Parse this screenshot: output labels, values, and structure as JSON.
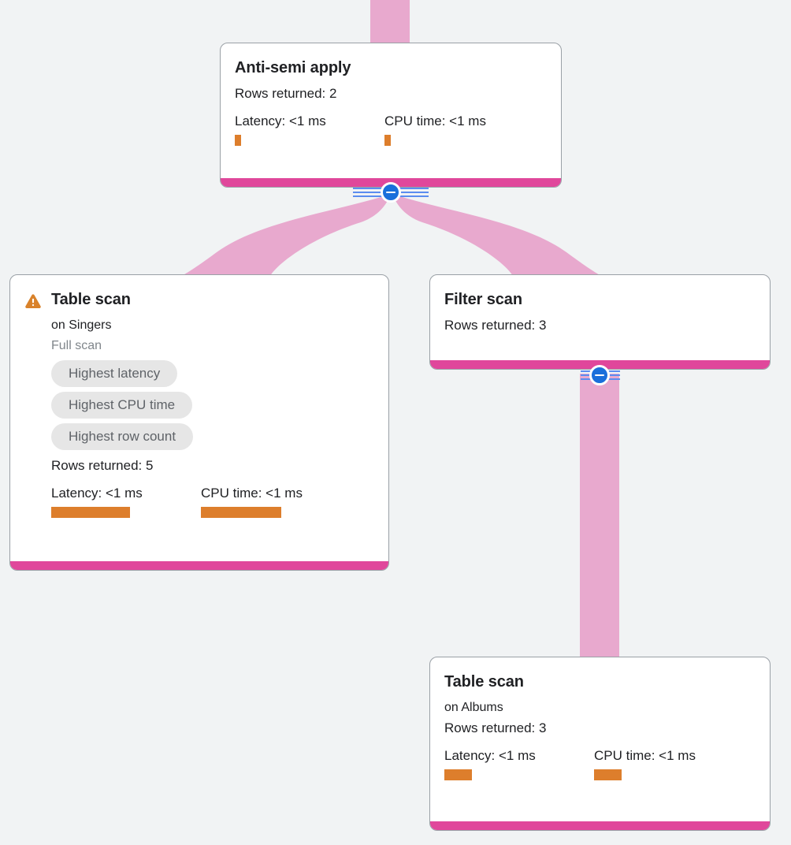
{
  "theme": {
    "background": "#f1f3f4",
    "card_bg": "#ffffff",
    "card_border": "#9aa0a6",
    "accent_pink": "#e0479b",
    "edge_pink": "#e8a9ce",
    "bar_orange": "#dd7e2c",
    "warning_orange": "#d9822b",
    "toggle_blue": "#1a6fdb",
    "rail_blue": "#5b8def",
    "chip_bg": "#e6e6e6",
    "chip_text": "#5f6368",
    "text_primary": "#202124",
    "text_muted": "#80868b"
  },
  "nodes": [
    {
      "id": "anti-semi-apply",
      "title": "Anti-semi apply",
      "rows_returned": "Rows returned: 2",
      "latency_label": "Latency: <1 ms",
      "cpu_label": "CPU time: <1 ms",
      "latency_bar_width": 8,
      "cpu_bar_width": 8,
      "warning": false,
      "subtitle": "",
      "scan_type": "",
      "chips": []
    },
    {
      "id": "table-scan-singers",
      "title": "Table scan",
      "subtitle": "on Singers",
      "scan_type": "Full scan",
      "chips": [
        "Highest latency",
        "Highest CPU time",
        "Highest row count"
      ],
      "rows_returned": "Rows returned: 5",
      "latency_label": "Latency: <1 ms",
      "cpu_label": "CPU time: <1 ms",
      "latency_bar_width": 100,
      "cpu_bar_width": 102,
      "warning": true,
      "warning_icon": "warning-triangle-icon"
    },
    {
      "id": "filter-scan",
      "title": "Filter scan",
      "rows_returned": "Rows returned: 3",
      "subtitle": "",
      "scan_type": "",
      "chips": [],
      "warning": false
    },
    {
      "id": "table-scan-albums",
      "title": "Table scan",
      "subtitle": "on Albums",
      "scan_type": "",
      "chips": [],
      "rows_returned": "Rows returned: 3",
      "latency_label": "Latency: <1 ms",
      "cpu_label": "CPU time: <1 ms",
      "latency_bar_width": 35,
      "cpu_bar_width": 35,
      "warning": false
    }
  ],
  "toggles": [
    {
      "id": "toggle-anti-semi-apply",
      "state": "expanded",
      "glyph": "minus"
    },
    {
      "id": "toggle-filter-scan",
      "state": "expanded",
      "glyph": "minus"
    }
  ]
}
